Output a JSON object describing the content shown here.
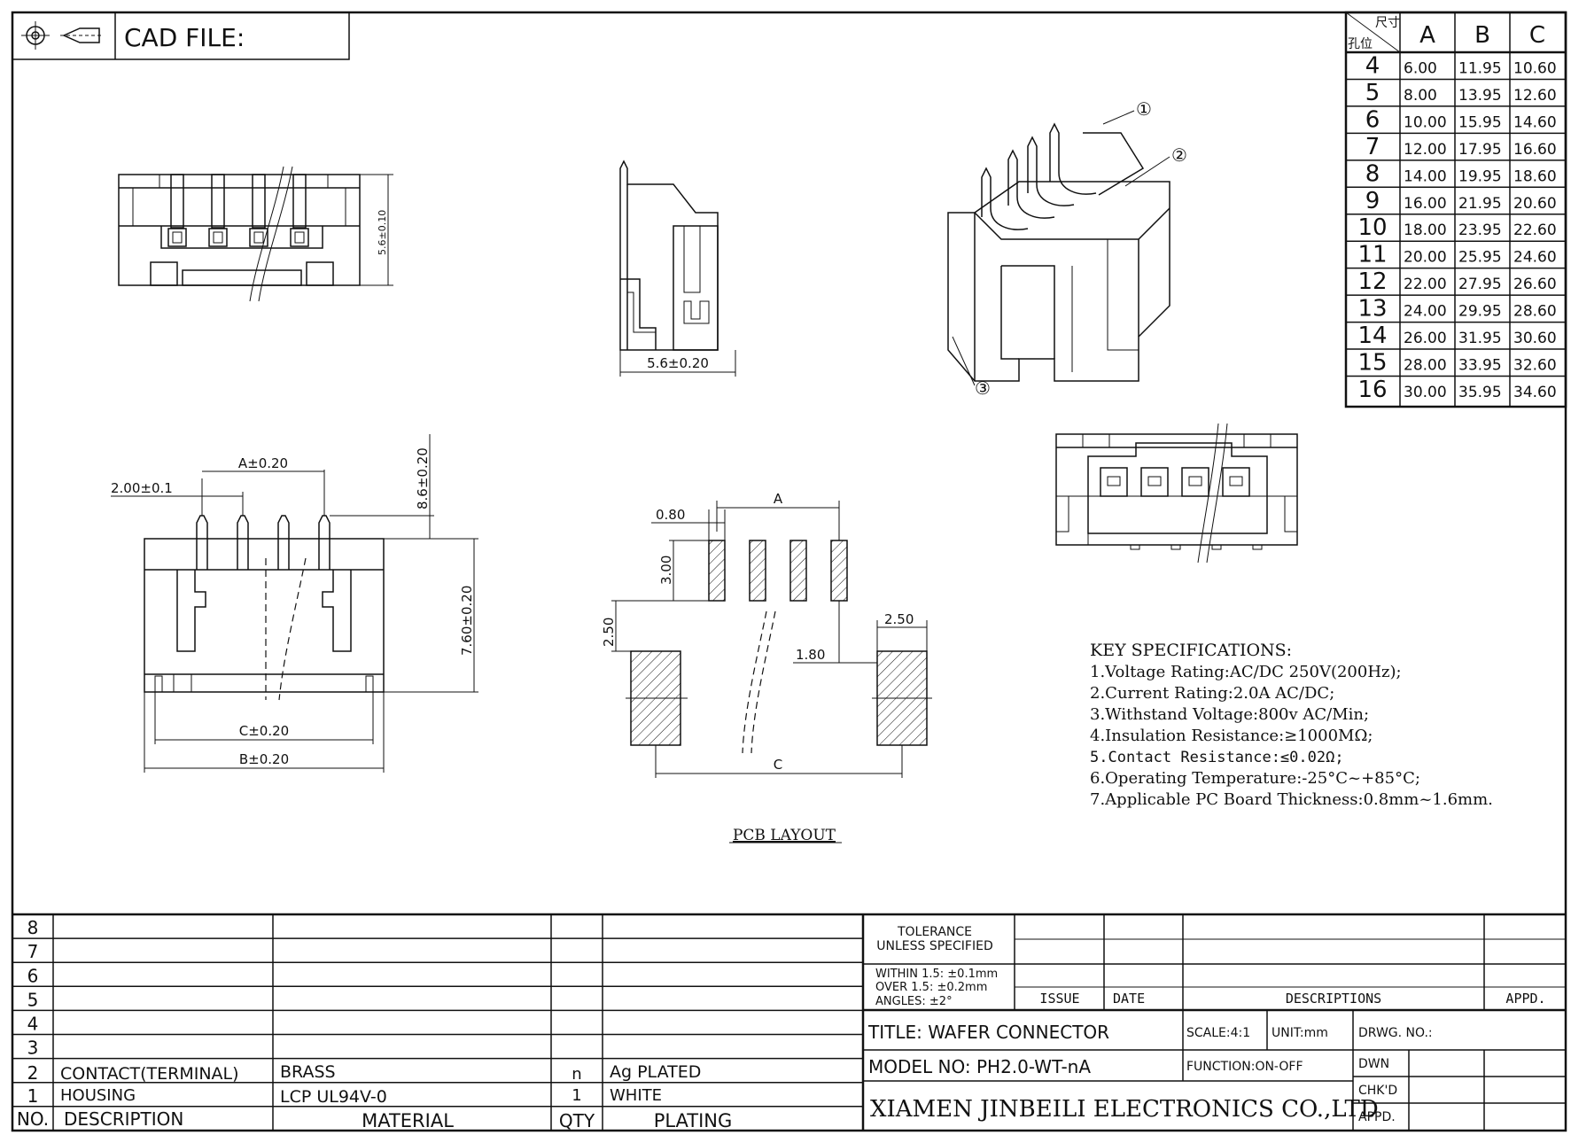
{
  "header": {
    "cad_file_label": "CAD FILE:"
  },
  "dimension_table": {
    "corner_top": "尺寸",
    "corner_bottom": "孔位",
    "columns": [
      "A",
      "B",
      "C"
    ],
    "rows": [
      {
        "pos": "4",
        "a": "6.00",
        "b": "11.95",
        "c": "10.60"
      },
      {
        "pos": "5",
        "a": "8.00",
        "b": "13.95",
        "c": "12.60"
      },
      {
        "pos": "6",
        "a": "10.00",
        "b": "15.95",
        "c": "14.60"
      },
      {
        "pos": "7",
        "a": "12.00",
        "b": "17.95",
        "c": "16.60"
      },
      {
        "pos": "8",
        "a": "14.00",
        "b": "19.95",
        "c": "18.60"
      },
      {
        "pos": "9",
        "a": "16.00",
        "b": "21.95",
        "c": "20.60"
      },
      {
        "pos": "10",
        "a": "18.00",
        "b": "23.95",
        "c": "22.60"
      },
      {
        "pos": "11",
        "a": "20.00",
        "b": "25.95",
        "c": "24.60"
      },
      {
        "pos": "12",
        "a": "22.00",
        "b": "27.95",
        "c": "26.60"
      },
      {
        "pos": "13",
        "a": "24.00",
        "b": "29.95",
        "c": "28.60"
      },
      {
        "pos": "14",
        "a": "26.00",
        "b": "31.95",
        "c": "30.60"
      },
      {
        "pos": "15",
        "a": "28.00",
        "b": "33.95",
        "c": "32.60"
      },
      {
        "pos": "16",
        "a": "30.00",
        "b": "35.95",
        "c": "34.60"
      }
    ]
  },
  "dimensions": {
    "top_view_height": "5.6±0.10",
    "side_view_width": "5.6±0.20",
    "pitch": "2.00±0.1",
    "a_dim": "A±0.20",
    "pin_height": "8.6±0.20",
    "body_height": "7.60±0.20",
    "c_dim": "C±0.20",
    "b_dim": "B±0.20",
    "pad_width": "0.80",
    "pad_a": "A",
    "pad_length": "3.00",
    "mount_length": "2.50",
    "mount_width": "2.50",
    "mount_gap": "1.80",
    "pad_c": "C"
  },
  "callouts": [
    "①",
    "②",
    "③"
  ],
  "pcb_layout_label": "PCB LAYOUT",
  "specs": {
    "title": "KEY SPECIFICATIONS:",
    "items": [
      "1.Voltage Rating:AC/DC 250V(200Hz);",
      "2.Current Rating:2.0A AC/DC;",
      "3.Withstand Voltage:800v AC/Min;",
      "4.Insulation Resistance:≥1000MΩ;",
      "5.Contact Resistance:≤0.02Ω;",
      "6.Operating Temperature:-25°C~+85°C;",
      "7.Applicable PC Board Thickness:0.8mm~1.6mm."
    ]
  },
  "bom": {
    "row_numbers": [
      "8",
      "7",
      "6",
      "5",
      "4",
      "3",
      "2",
      "1"
    ],
    "items": [
      {
        "no": "2",
        "description": "CONTACT(TERMINAL)",
        "material": "BRASS",
        "qty": "n",
        "plating": "Ag PLATED"
      },
      {
        "no": "1",
        "description": "HOUSING",
        "material": "LCP UL94V-0",
        "qty": "1",
        "plating": "WHITE"
      }
    ],
    "headers": {
      "no": "NO.",
      "description": "DESCRIPTION",
      "material": "MATERIAL",
      "qty": "QTY",
      "plating": "PLATING"
    }
  },
  "title_block": {
    "tolerance_line1": "TOLERANCE",
    "tolerance_line2": "UNLESS SPECIFIED",
    "within": "WITHIN 1.5: ±0.1mm",
    "over": "OVER 1.5:  ±0.2mm",
    "angles": "ANGLES: ±2°",
    "issue": "ISSUE",
    "date": "DATE",
    "descriptions": "DESCRIPTIONS",
    "appd": "APPD.",
    "title": "TITLE:  WAFER  CONNECTOR",
    "scale": "SCALE:4:1",
    "unit": "UNIT:mm",
    "drwg_no": "DRWG. NO.:",
    "model": "MODEL  NO: PH2.0-WT-nA",
    "function": "FUNCTION:ON-OFF",
    "dwn": "DWN",
    "chkd": "CHK'D",
    "appd2": "APPD.",
    "company": "XIAMEN JINBEILI ELECTRONICS CO.,LTD"
  }
}
